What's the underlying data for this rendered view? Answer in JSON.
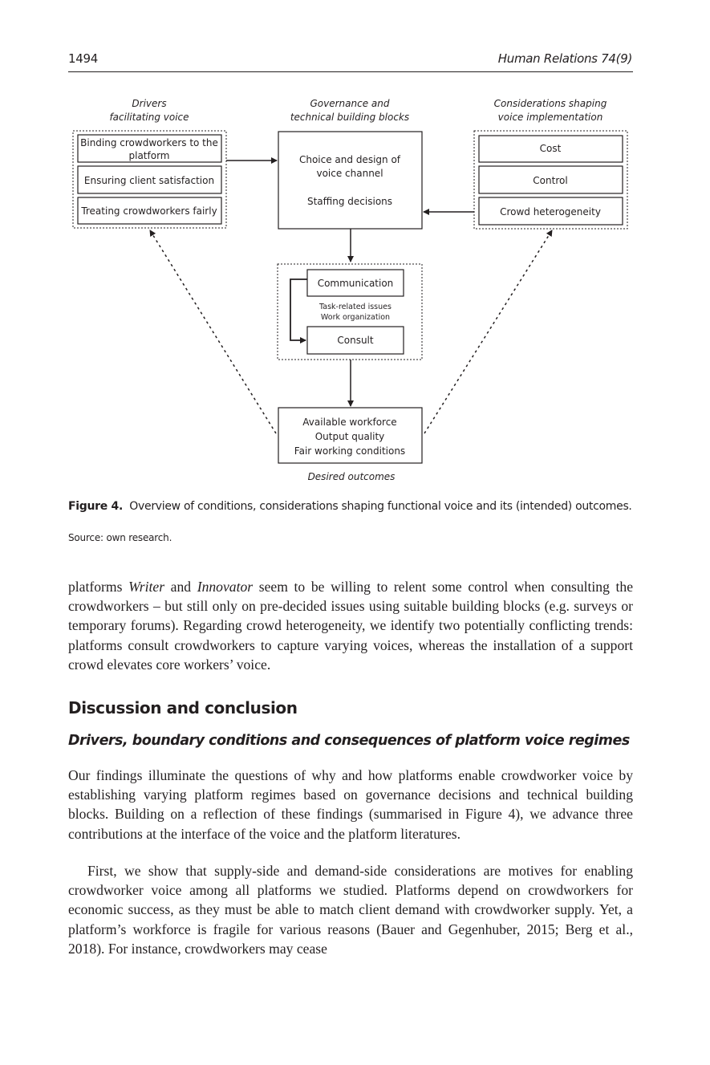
{
  "header": {
    "page_number": "1494",
    "journal": "Human Relations 74(9)"
  },
  "figure": {
    "left_heading": [
      "Drivers",
      "facilitating voice"
    ],
    "center_heading": [
      "Governance and",
      "technical building blocks"
    ],
    "right_heading": [
      "Considerations shaping",
      "voice implementation"
    ],
    "drivers": [
      [
        "Binding crowdworkers to the",
        "platform"
      ],
      [
        "Ensuring client satisfaction"
      ],
      [
        "Treating crowdworkers fairly"
      ]
    ],
    "governance": {
      "choice": [
        "Choice and design of",
        "voice channel"
      ],
      "staffing": "Staffing decisions"
    },
    "considerations": [
      "Cost",
      "Control",
      "Crowd heterogeneity"
    ],
    "channel": {
      "communication": "Communication",
      "issues": [
        "Task-related issues",
        "Work organization"
      ],
      "consult": "Consult"
    },
    "outcomes": [
      "Available workforce",
      "Output quality",
      "Fair working conditions"
    ],
    "outcomes_label": "Desired outcomes"
  },
  "caption": {
    "label": "Figure 4.",
    "text": "Overview of conditions, considerations shaping functional voice and its (intended) outcomes.",
    "source": "Source: own research."
  },
  "body": {
    "para1_prefix": "platforms ",
    "para1_em1": "Writer",
    "para1_mid": " and ",
    "para1_em2": "Innovator",
    "para1_rest": " seem to be willing to relent some control when consulting the crowdworkers – but still only on pre-decided issues using suitable building blocks (e.g. surveys or temporary forums). Regarding crowd heterogeneity, we identify two potentially conflicting trends: platforms consult crowdworkers to capture varying voices, whereas the installation of a support crowd elevates core workers’ voice.",
    "heading1": "Discussion and conclusion",
    "heading2": "Drivers, boundary conditions and consequences of platform voice regimes",
    "para2": "Our findings illuminate the questions of why and how platforms enable crowdworker voice by establishing varying platform regimes based on governance decisions and technical building blocks. Building on a reflection of these findings (summarised in Figure 4), we advance three contributions at the interface of the voice and the platform literatures.",
    "para3": "First, we show that supply-side and demand-side considerations are motives for enabling crowdworker voice among all platforms we studied. Platforms depend on crowdworkers for economic success, as they must be able to match client demand with crowdworker supply. Yet, a platform’s workforce is fragile for various reasons (Bauer and Gegenhuber, 2015; Berg et al., 2018). For instance, crowdworkers may cease"
  }
}
